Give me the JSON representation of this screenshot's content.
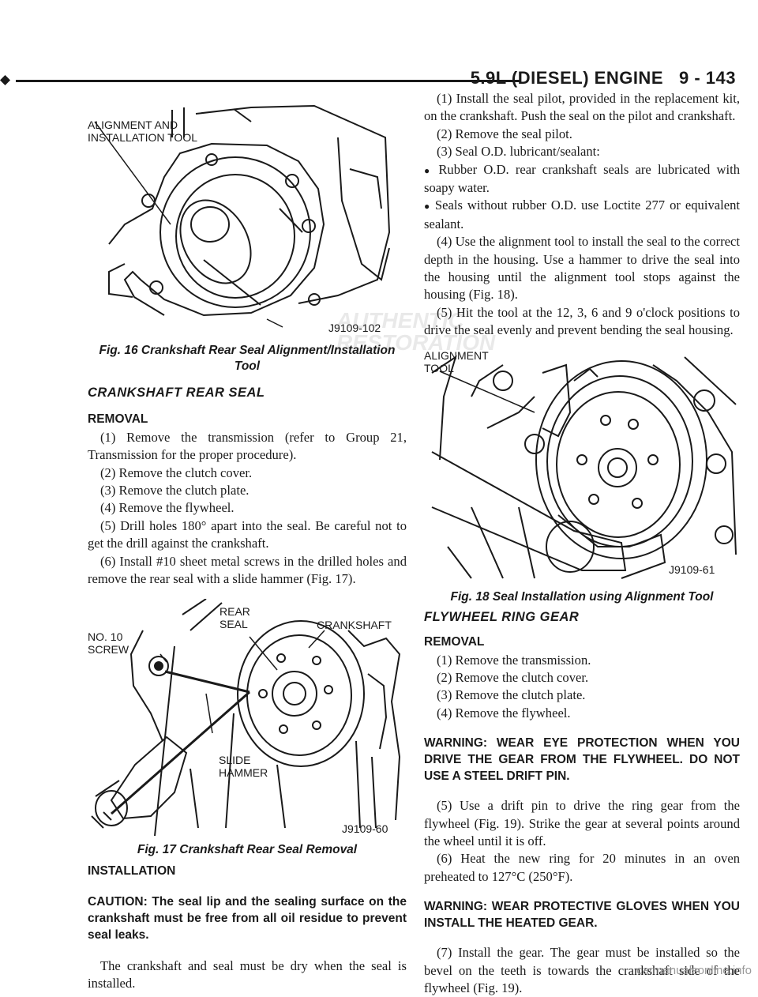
{
  "header": {
    "section": "5.9L (DIESEL) ENGINE",
    "page": "9 - 143"
  },
  "left": {
    "fig16": {
      "label_line1": "ALIGNMENT AND",
      "label_line2": "INSTALLATION TOOL",
      "code": "J9109-102",
      "caption": "Fig. 16 Crankshaft Rear Seal Alignment/Installation Tool"
    },
    "section_title": "CRANKSHAFT REAR SEAL",
    "removal_heading": "REMOVAL",
    "removal_steps": [
      "(1) Remove the transmission (refer to Group 21, Transmission for the proper procedure).",
      "(2) Remove the clutch cover.",
      "(3) Remove the clutch plate.",
      "(4) Remove the flywheel.",
      "(5) Drill holes 180° apart into the seal. Be careful not to get the drill against the crankshaft.",
      "(6) Install #10 sheet metal screws in the drilled holes and remove the rear seal with a slide hammer (Fig. 17)."
    ],
    "fig17": {
      "label_screw": "NO. 10\nSCREW",
      "label_seal": "REAR\nSEAL",
      "label_crank": "CRANKSHAFT",
      "label_hammer": "SLIDE\nHAMMER",
      "code": "J9109-60",
      "caption": "Fig. 17 Crankshaft Rear Seal Removal"
    },
    "installation_heading": "INSTALLATION",
    "caution": "CAUTION: The seal lip and the sealing surface on the crankshaft must be free from all oil residue to prevent seal leaks.",
    "dry_note": "The crankshaft and seal must be dry when the seal is installed."
  },
  "right": {
    "steps": [
      "(1) Install the seal pilot, provided in the replacement kit, on the crankshaft. Push the seal on the pilot and crankshaft.",
      "(2) Remove the seal pilot.",
      "(3) Seal O.D. lubricant/sealant:"
    ],
    "bullets": [
      "Rubber O.D. rear crankshaft seals are lubricated with soapy water.",
      "Seals without rubber O.D. use Loctite 277 or equivalent sealant."
    ],
    "steps2": [
      "(4) Use the alignment tool to install the seal to the correct depth in the housing. Use a hammer to drive the seal into the housing until the alignment tool stops against the housing (Fig. 18).",
      "(5) Hit the tool at the 12, 3, 6 and 9 o'clock positions to drive the seal evenly and prevent bending the seal housing."
    ],
    "fig18": {
      "label": "ALIGNMENT\nTOOL",
      "code": "J9109-61",
      "caption": "Fig. 18 Seal Installation using Alignment Tool"
    },
    "section_title": "FLYWHEEL RING GEAR",
    "removal_heading": "REMOVAL",
    "removal_steps": [
      "(1) Remove the transmission.",
      "(2) Remove the clutch cover.",
      "(3) Remove the clutch plate.",
      "(4) Remove the flywheel."
    ],
    "warning1": "WARNING: WEAR EYE PROTECTION WHEN YOU DRIVE THE GEAR FROM THE FLYWHEEL. DO NOT USE A STEEL DRIFT PIN.",
    "steps3": [
      "(5) Use a drift pin to drive the ring gear from the flywheel (Fig. 19). Strike the gear at several points around the wheel until it is off.",
      "(6) Heat the new ring for 20 minutes in an oven preheated to 127°C (250°F)."
    ],
    "warning2": "WARNING: WEAR PROTECTIVE GLOVES WHEN YOU INSTALL THE HEATED GEAR.",
    "step7": "(7) Install the gear. The gear must be installed so the bevel on the teeth is towards the crankshaft side of the flywheel (Fig. 19)."
  },
  "watermark": {
    "line1": "AUTHENTIC",
    "line2": "RESTORATION"
  },
  "footer": {
    "url": "carmanualsonline.info"
  }
}
